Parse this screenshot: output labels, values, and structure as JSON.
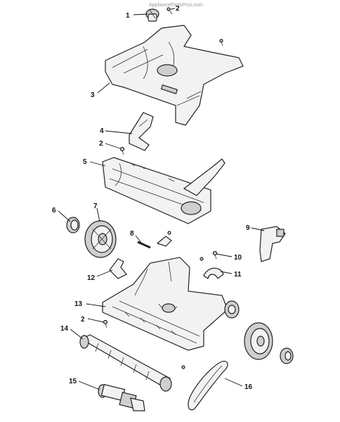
{
  "watermark": "AppliancePartsPros.com",
  "callouts": [
    "1",
    "2",
    "3",
    "4",
    "2",
    "5",
    "6",
    "7",
    "8",
    "9",
    "10",
    "12",
    "11",
    "13",
    "2",
    "14",
    "15",
    "16"
  ]
}
